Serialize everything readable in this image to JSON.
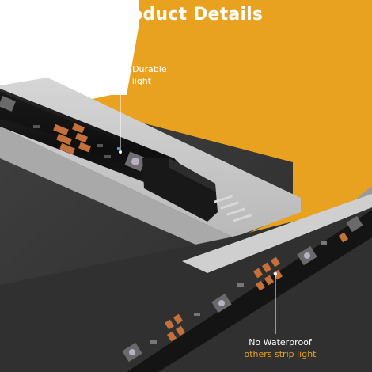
{
  "header": {
    "title": "Product Details"
  },
  "callouts": {
    "waterproof": {
      "line1": "Waterproof&Durable",
      "line2": "our strip light"
    },
    "no_waterproof": {
      "line1": "No Waterproof",
      "line2": "others strip light"
    }
  },
  "colors": {
    "background_orange": "#e8a21f",
    "dark_surface": "#3a3a3a",
    "ledge_gray": "#c9c9c9",
    "strip_black": "#141414",
    "copper_pad": "#c4703a",
    "highlight_text": "#e8a21f",
    "label_text": "#ffffff"
  }
}
